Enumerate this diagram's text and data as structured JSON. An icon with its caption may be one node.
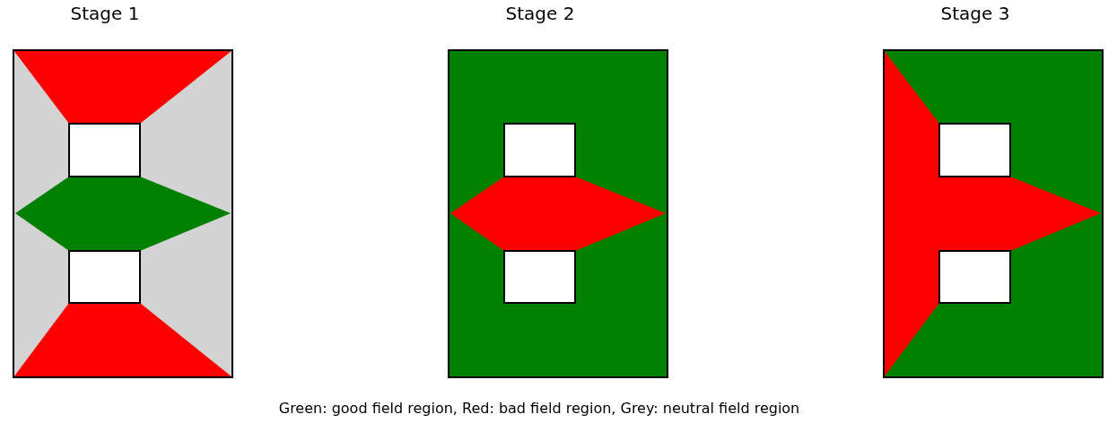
{
  "diagram": {
    "caption": "Green: good field region, Red: bad field region, Grey: neutral field region",
    "labels": [
      "Stage 1",
      "Stage 2",
      "Stage 3"
    ]
  }
}
